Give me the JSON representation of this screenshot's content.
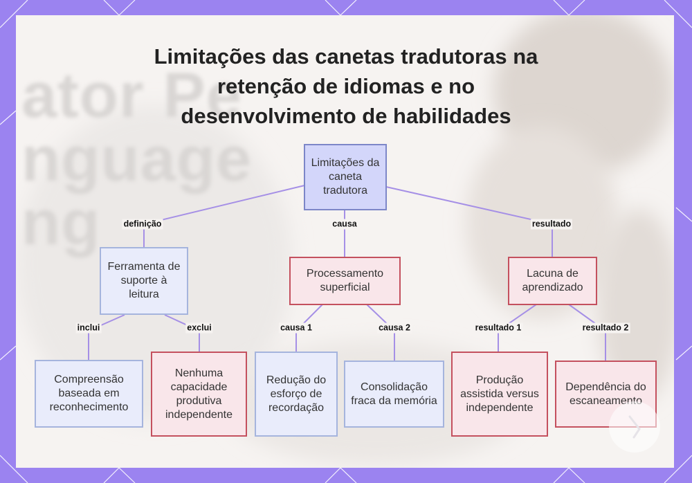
{
  "title": "Limitações das canetas tradutoras na retenção de idiomas e no desenvolvimento de habilidades",
  "nodes": {
    "root": "Limitações da caneta tradutora",
    "definition": "Ferramenta de suporte à leitura",
    "cause": "Processamento superficial",
    "result": "Lacuna de aprendizado",
    "includes": "Compreensão baseada em reconhecimento",
    "excludes": "Nenhuma capacidade produtiva independente",
    "cause1": "Redução do esforço de recordação",
    "cause2": "Consolidação fraca da memória",
    "result1": "Produção assistida versus independente",
    "result2": "Dependência do escaneamento"
  },
  "edge_labels": {
    "definition": "definição",
    "cause": "causa",
    "result": "resultado",
    "includes": "inclui",
    "excludes": "exclui",
    "cause1": "causa 1",
    "cause2": "causa 2",
    "result1": "resultado 1",
    "result2": "resultado 2"
  },
  "colors": {
    "frame": "#9b83f0",
    "connector": "#a58fe6",
    "root_fill": "#d3d6fa",
    "blue_fill": "#e9ecfb",
    "red_fill": "#f9e6ea",
    "red_border": "#c4505e"
  },
  "icons": [
    "corner-logo-icon"
  ]
}
